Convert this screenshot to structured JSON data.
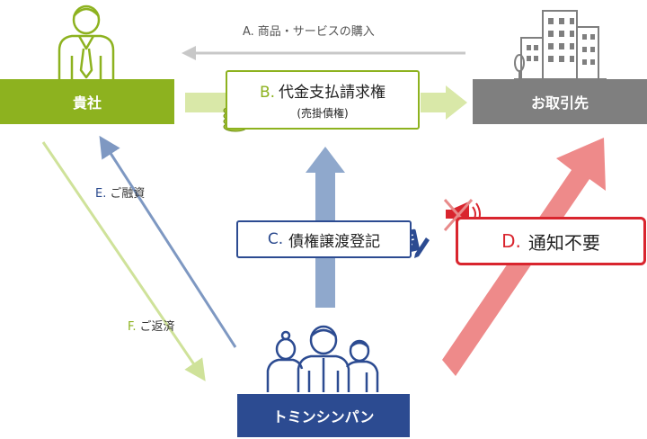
{
  "nodes": {
    "company": "貴社",
    "partner": "お取引先",
    "tominsin": "トミンシンパン"
  },
  "flows": {
    "a": {
      "letter": "A.",
      "text": "商品・サービスの購入"
    },
    "b": {
      "letter": "B.",
      "text": "代金支払請求権",
      "sub": "(売掛債権)"
    },
    "c": {
      "letter": "C.",
      "text": "債権譲渡登記"
    },
    "d": {
      "letter": "D.",
      "text": "通知不要"
    },
    "e": {
      "letter": "E.",
      "text": "ご融資"
    },
    "f": {
      "letter": "F.",
      "text": "ご返済"
    }
  },
  "colors": {
    "green": "#8DB21F",
    "gray": "#7F7F7F",
    "navy": "#2C4B91",
    "red": "#D9252E",
    "lightGreen": "#D9E8A8",
    "blueArrow": "#8FA8CC",
    "redArrow": "#EE8A8A",
    "grayArrow": "#BFBFBF",
    "letterNavy": "#2B4A8E"
  }
}
